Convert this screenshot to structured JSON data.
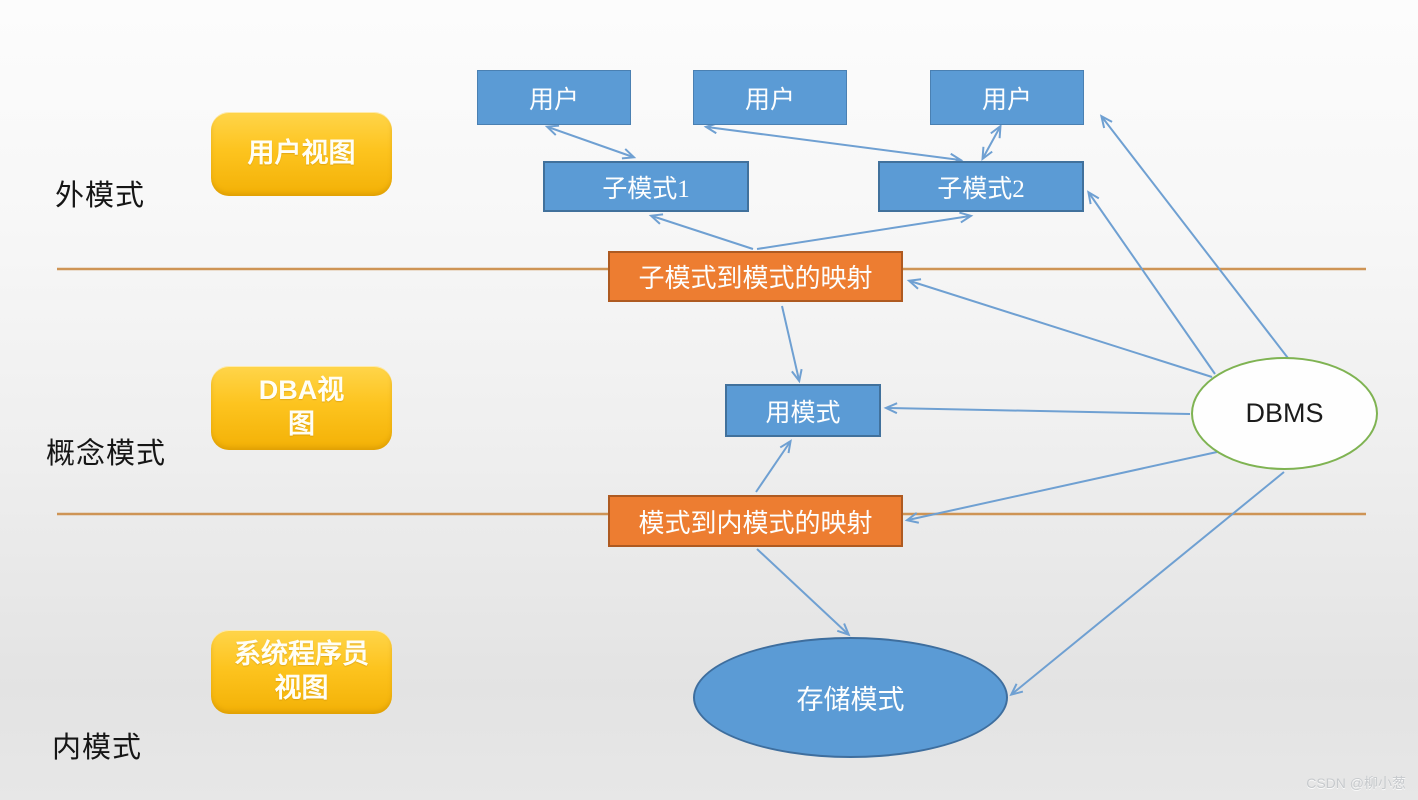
{
  "diagram": {
    "layers": [
      {
        "label": "外模式"
      },
      {
        "label": "概念模式"
      },
      {
        "label": "内模式"
      }
    ],
    "views": [
      {
        "label": "用户视图"
      },
      {
        "label": "DBA视\n图"
      },
      {
        "label": "系统程序员\n视图"
      }
    ],
    "users": [
      "用户",
      "用户",
      "用户"
    ],
    "subschemas": [
      "子模式1",
      "子模式2"
    ],
    "mappings": [
      "子模式到模式的映射",
      "模式到内模式的映射"
    ],
    "schema": "用模式",
    "storage": "存储模式",
    "dbms": "DBMS",
    "watermark": "CSDN @柳小葱",
    "colors": {
      "node_blue": "#5B9BD5",
      "node_blue_border": "#41719C",
      "mapping_orange": "#ED7D31",
      "mapping_orange_border": "#AE5A21",
      "view_yellow": "#FDC41F",
      "dbms_border_green": "#7FB352",
      "arrow_blue": "#6FA0D2",
      "divider_orange": "#CE9455"
    }
  }
}
